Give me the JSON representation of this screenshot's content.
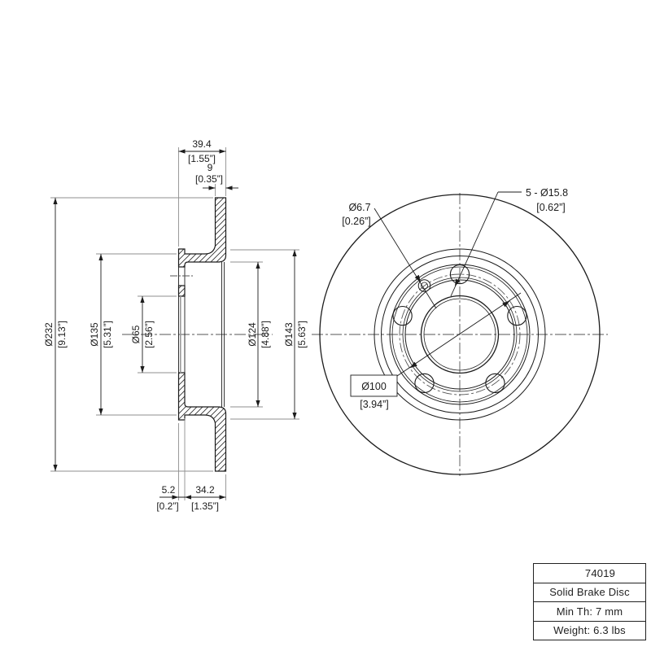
{
  "titleblock": {
    "rows": [
      "74019",
      "Solid Brake Disc",
      "Min Th: 7 mm",
      "Weight: 6.3 lbs"
    ]
  },
  "section": {
    "width_mm": "39.4",
    "width_in": "[1.55”]",
    "thickness_mm": "9",
    "thickness_in": "[0.35”]",
    "outer_mm": "Ø232",
    "outer_in": "[9.13”]",
    "flange_mm": "Ø135",
    "flange_in": "[5.31”]",
    "bore_mm": "Ø65",
    "bore_in": "[2.56”]",
    "hat_inner_mm": "Ø124",
    "hat_inner_in": "[4.88”]",
    "hat_outer_mm": "Ø143",
    "hat_outer_in": "[5.63”]",
    "wall_mm": "5.2",
    "wall_in": "[0.2”]",
    "depth_mm": "34.2",
    "depth_in": "[1.35”]"
  },
  "front": {
    "pin_mm": "Ø6.7",
    "pin_in": "[0.26”]",
    "bolt_mm": "5 - Ø15.8",
    "bolt_in": "[0.62”]",
    "bc_mm": "Ø100",
    "bc_in": "[3.94”]"
  },
  "colors": {
    "line": "#1c1c1c",
    "ext": "#8f8f8f",
    "center": "#555555"
  }
}
